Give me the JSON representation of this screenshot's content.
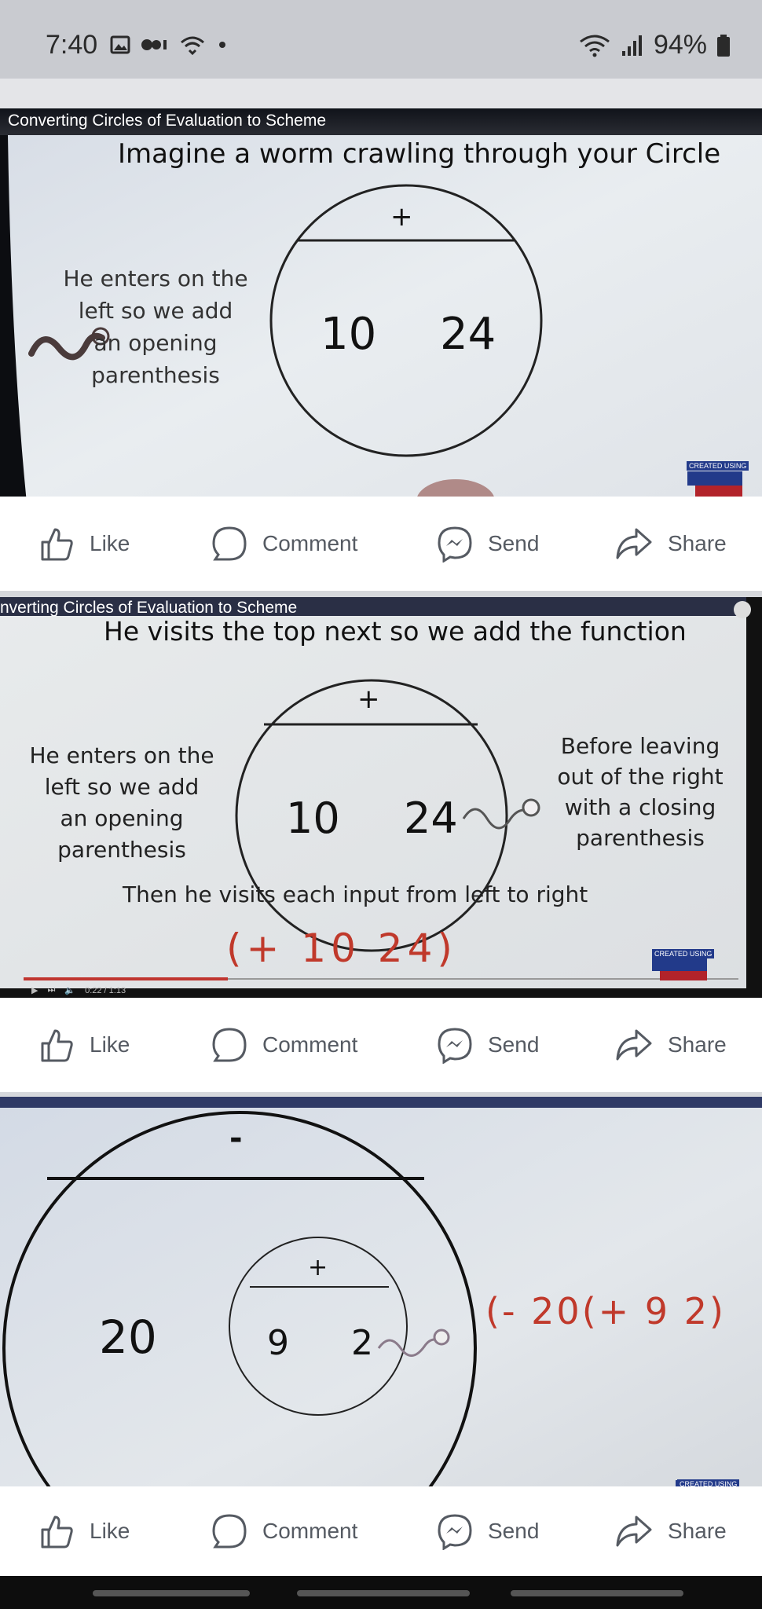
{
  "status_bar": {
    "time": "7:40",
    "battery": "94%"
  },
  "posts": [
    {
      "video_title": "Converting Circles of Evaluation to Scheme",
      "heading": "Imagine a worm crawling through your Circle",
      "circle_operator": "+",
      "circle_left": "10",
      "circle_right": "24",
      "left_note": [
        "He enters on the",
        "left so we add",
        "an opening",
        "parenthesis"
      ],
      "badge": "CREATED USING"
    },
    {
      "video_title": "nverting Circles of Evaluation to Scheme",
      "heading": "He visits the top next so we add the function",
      "circle_operator": "+",
      "circle_left": "10",
      "circle_right": "24",
      "left_note": [
        "He enters on the",
        "left so we add",
        "an opening",
        "parenthesis"
      ],
      "right_note": [
        "Before leaving",
        "out of the right",
        "with a closing",
        "parenthesis"
      ],
      "bottom_note": "Then he visits each input from left to right",
      "expression": "(+ 10 24)",
      "player_time": "0:22 / 1:13",
      "badge": "CREATED USING"
    },
    {
      "outer_operator": "-",
      "outer_left": "20",
      "inner_operator": "+",
      "inner_left": "9",
      "inner_right": "2",
      "expression": "(- 20(+ 9 2)",
      "badge": "CREATED USING"
    }
  ],
  "actions": {
    "like": "Like",
    "comment": "Comment",
    "send": "Send",
    "share": "Share"
  }
}
